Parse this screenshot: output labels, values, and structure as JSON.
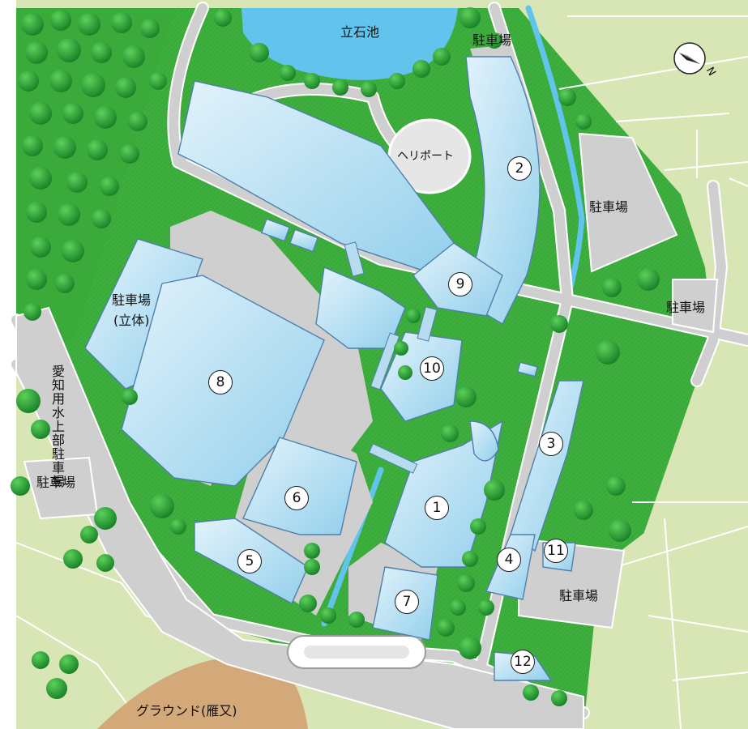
{
  "labels": {
    "pond": "立石池",
    "parking_top": "駐車場",
    "heliport": "ヘリポート",
    "parking_right": "駐車場",
    "parking_far_right": "駐車場",
    "parking_struct_line1": "駐車場",
    "parking_struct_line2": "(立体)",
    "water_parking": "愛知用水上部駐車場",
    "parking_left": "駐車場",
    "parking_bottom_right": "駐車場",
    "ground": "グラウンド(雁又)",
    "compass_n": "N"
  },
  "buildings": [
    "1",
    "2",
    "3",
    "4",
    "5",
    "6",
    "7",
    "8",
    "9",
    "10",
    "11",
    "12"
  ],
  "colors": {
    "grass": "#3aab3a",
    "field": "#d7e6b4",
    "road": "#cfcfcf",
    "building": "#b8dcef",
    "water": "#62c3ec",
    "tree": "#1f9a33",
    "ground": "#d4a97a"
  }
}
